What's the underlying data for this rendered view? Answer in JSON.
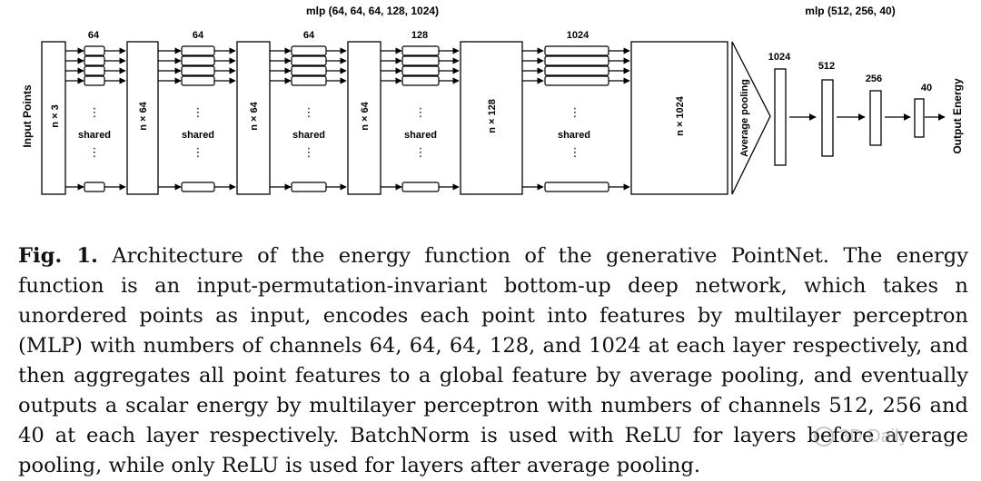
{
  "diagram": {
    "input_label": "Input Points",
    "output_label": "Output Energy",
    "mlp1_label": "mlp (64, 64, 64, 128, 1024)",
    "mlp2_label": "mlp (512, 256, 40)",
    "shared_label": "shared",
    "dots_label": "⋮",
    "layer_widths": [
      "64",
      "64",
      "64",
      "128",
      "1024"
    ],
    "block_labels": [
      "n × 3",
      "n × 64",
      "n × 64",
      "n × 64",
      "n × 128",
      "n × 1024"
    ],
    "pooling_label": "Average pooling",
    "fc_sizes": [
      "1024",
      "512",
      "256",
      "40"
    ]
  },
  "caption": {
    "label": "Fig. 1.",
    "text": " Architecture of the energy function of the generative PointNet. The energy function is an input-permutation-invariant bottom-up deep network, which takes n unordered points as input, encodes each point into features by multilayer perceptron (MLP) with numbers of channels 64, 64, 64, 128, and 1024 at each layer respectively, and then aggregates all point features to a global feature by average pooling, and eventually outputs a scalar energy by multilayer perceptron with numbers of channels 512, 256 and 40 at each layer respectively. BatchNorm is used with ReLU for layers before average pooling, while only ReLU is used for layers after average pooling."
  },
  "watermark": {
    "text": "3D Daily"
  }
}
